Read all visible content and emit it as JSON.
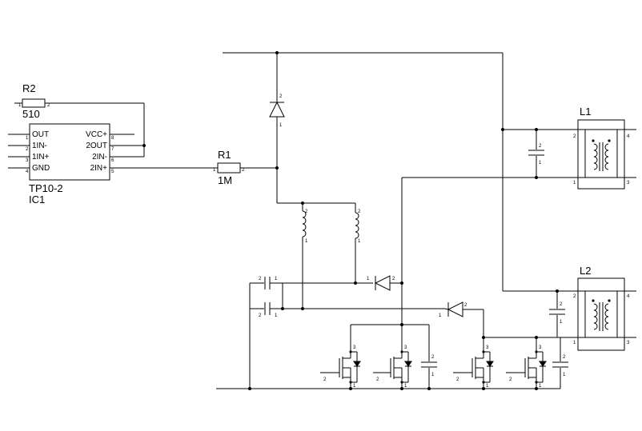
{
  "ic1": {
    "ref": "IC1",
    "value": "TP10-2",
    "pins_left": [
      "OUT",
      "1IN-",
      "1IN+",
      "GND"
    ],
    "pins_right": [
      "VCC+",
      "2OUT",
      "2IN-",
      "2IN+"
    ],
    "pin_nums_left": [
      "1",
      "2",
      "3",
      "4"
    ],
    "pin_nums_right": [
      "8",
      "7",
      "6",
      "5"
    ]
  },
  "r2": {
    "ref": "R2",
    "value": "510",
    "pin1": "1",
    "pin2": "2"
  },
  "r1": {
    "ref": "R1",
    "value": "1M",
    "pin1": "1",
    "pin2": "2"
  },
  "l1": {
    "ref": "L1"
  },
  "l2": {
    "ref": "L2"
  },
  "pin_labels": {
    "one": "1",
    "two": "2",
    "three": "3",
    "four": "4"
  }
}
